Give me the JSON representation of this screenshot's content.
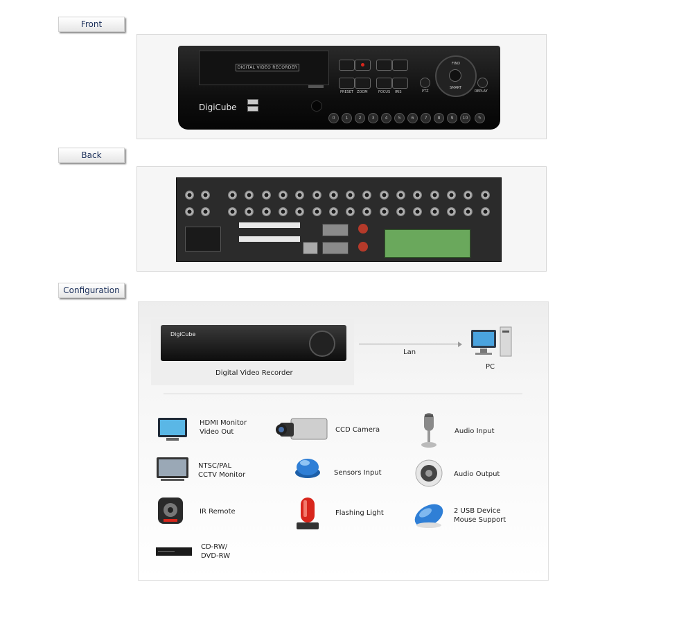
{
  "sections": {
    "front": "Front",
    "back": "Back",
    "configuration": "Configuration"
  },
  "front_panel": {
    "tray_label": "DIGITAL VIDEO RECORDER",
    "brand": "DigiCube",
    "labels": {
      "preset": "PRESET",
      "zoom": "ZOOM",
      "focus": "FOCUS",
      "iris": "IRIS",
      "ptz": "PTZ",
      "find": "FIND",
      "smart": "SMART",
      "replay": "REPLAY"
    },
    "number_buttons": [
      "0",
      "1",
      "2",
      "3",
      "4",
      "5",
      "6",
      "7",
      "8",
      "9",
      "10"
    ]
  },
  "config": {
    "dvr_brand": "DigiCube",
    "dvr_label": "Digital Video Recorder",
    "link_label": "Lan",
    "pc_label": "PC",
    "devices": {
      "hdmi": "HDMI Monitor\nVideo Out",
      "ccd": "CCD Camera",
      "audio_in": "Audio Input",
      "ntsc": "NTSC/PAL\nCCTV Monitor",
      "sensors": "Sensors Input",
      "audio_out": "Audio Output",
      "ir": "IR Remote",
      "flash": "Flashing Light",
      "usb": "2 USB Device\nMouse Support",
      "cdrw": "CD-RW/\nDVD-RW"
    }
  },
  "colors": {
    "tab_text": "#1b2f5a",
    "terminal_green": "#6aa85c",
    "alarm_red": "#d8261c",
    "sensor_blue": "#2f7fd6"
  }
}
